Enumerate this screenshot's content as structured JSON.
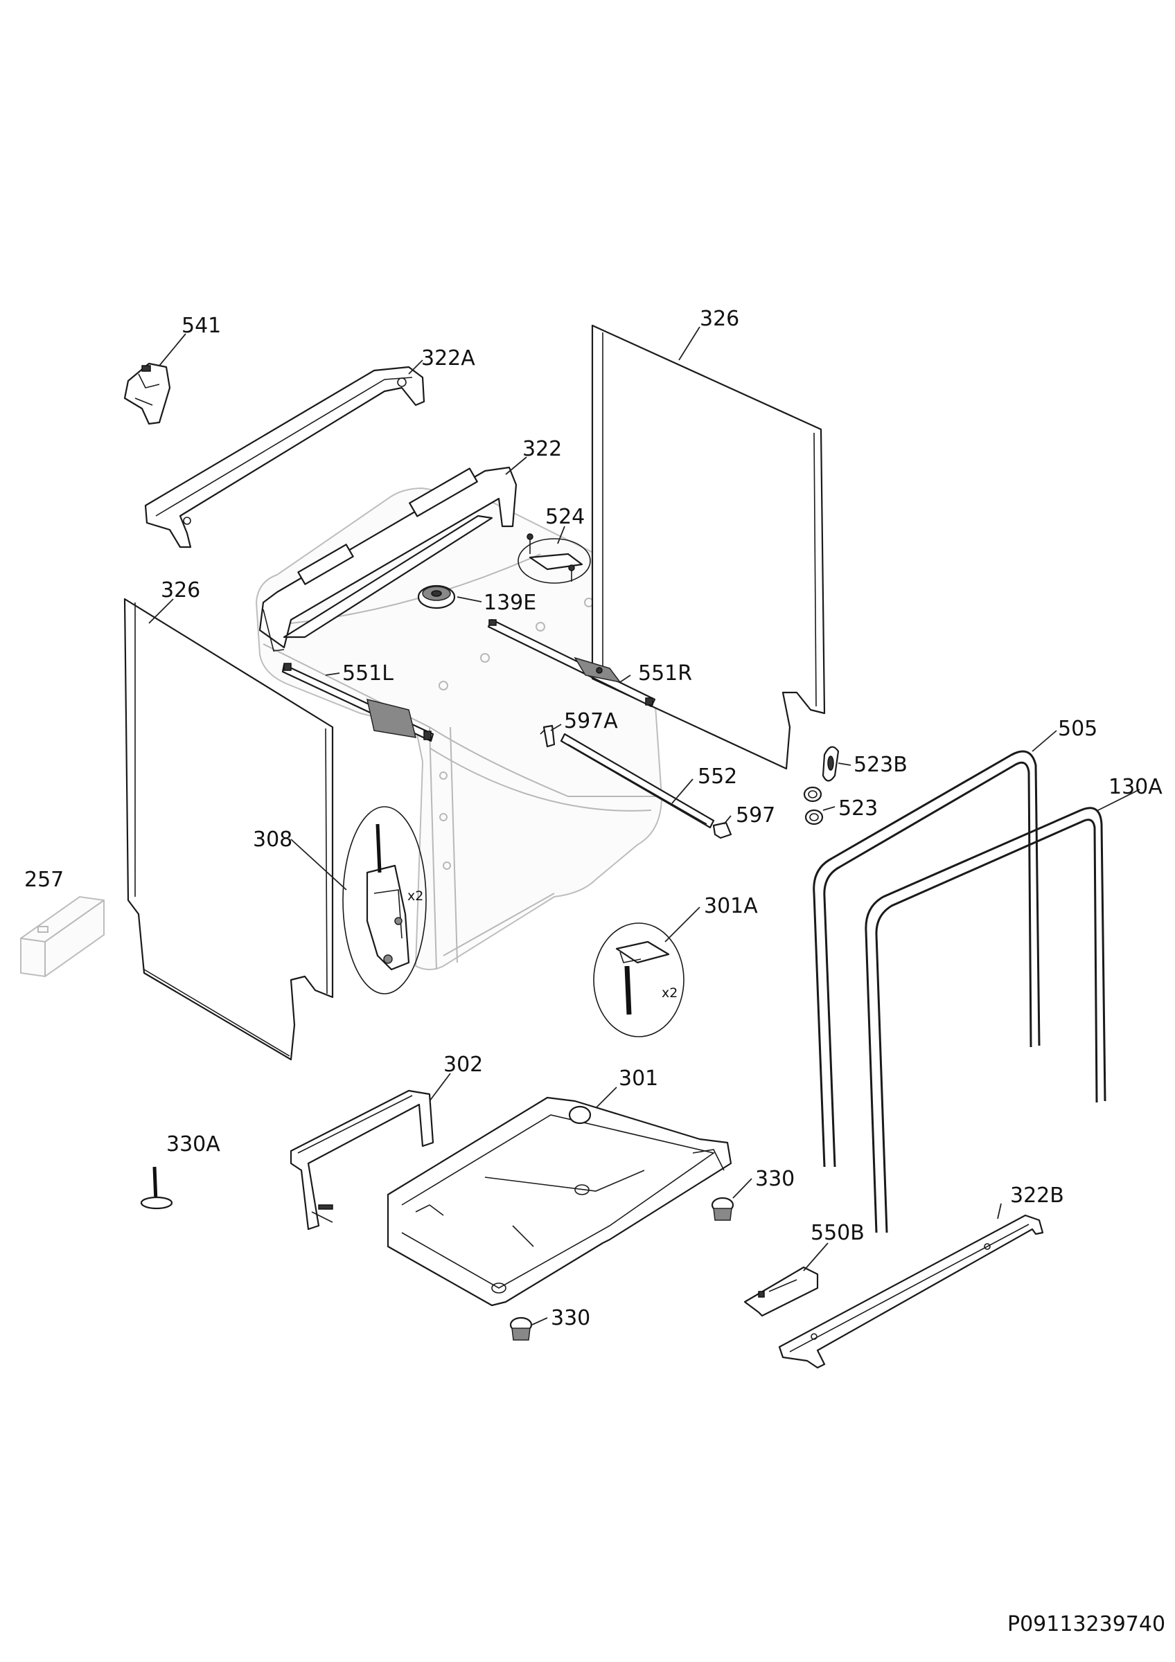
{
  "drawing_number": "P09113239740",
  "multiplier_308": "x2",
  "multiplier_301A": "x2",
  "callouts": [
    {
      "id": "c541",
      "label": "541"
    },
    {
      "id": "c322A",
      "label": "322A"
    },
    {
      "id": "c326t",
      "label": "326"
    },
    {
      "id": "c322",
      "label": "322"
    },
    {
      "id": "c524",
      "label": "524"
    },
    {
      "id": "c326l",
      "label": "326"
    },
    {
      "id": "c139E",
      "label": "139E"
    },
    {
      "id": "c551L",
      "label": "551L"
    },
    {
      "id": "c551R",
      "label": "551R"
    },
    {
      "id": "c597A",
      "label": "597A"
    },
    {
      "id": "c505",
      "label": "505"
    },
    {
      "id": "c523B",
      "label": "523B"
    },
    {
      "id": "c130A",
      "label": "130A"
    },
    {
      "id": "c552",
      "label": "552"
    },
    {
      "id": "c523",
      "label": "523"
    },
    {
      "id": "c308",
      "label": "308"
    },
    {
      "id": "c597",
      "label": "597"
    },
    {
      "id": "c257",
      "label": "257"
    },
    {
      "id": "c301A",
      "label": "301A"
    },
    {
      "id": "c302",
      "label": "302"
    },
    {
      "id": "c301",
      "label": "301"
    },
    {
      "id": "c330A",
      "label": "330A"
    },
    {
      "id": "c330a",
      "label": "330"
    },
    {
      "id": "c322B",
      "label": "322B"
    },
    {
      "id": "c550B",
      "label": "550B"
    },
    {
      "id": "c330b",
      "label": "330"
    }
  ]
}
